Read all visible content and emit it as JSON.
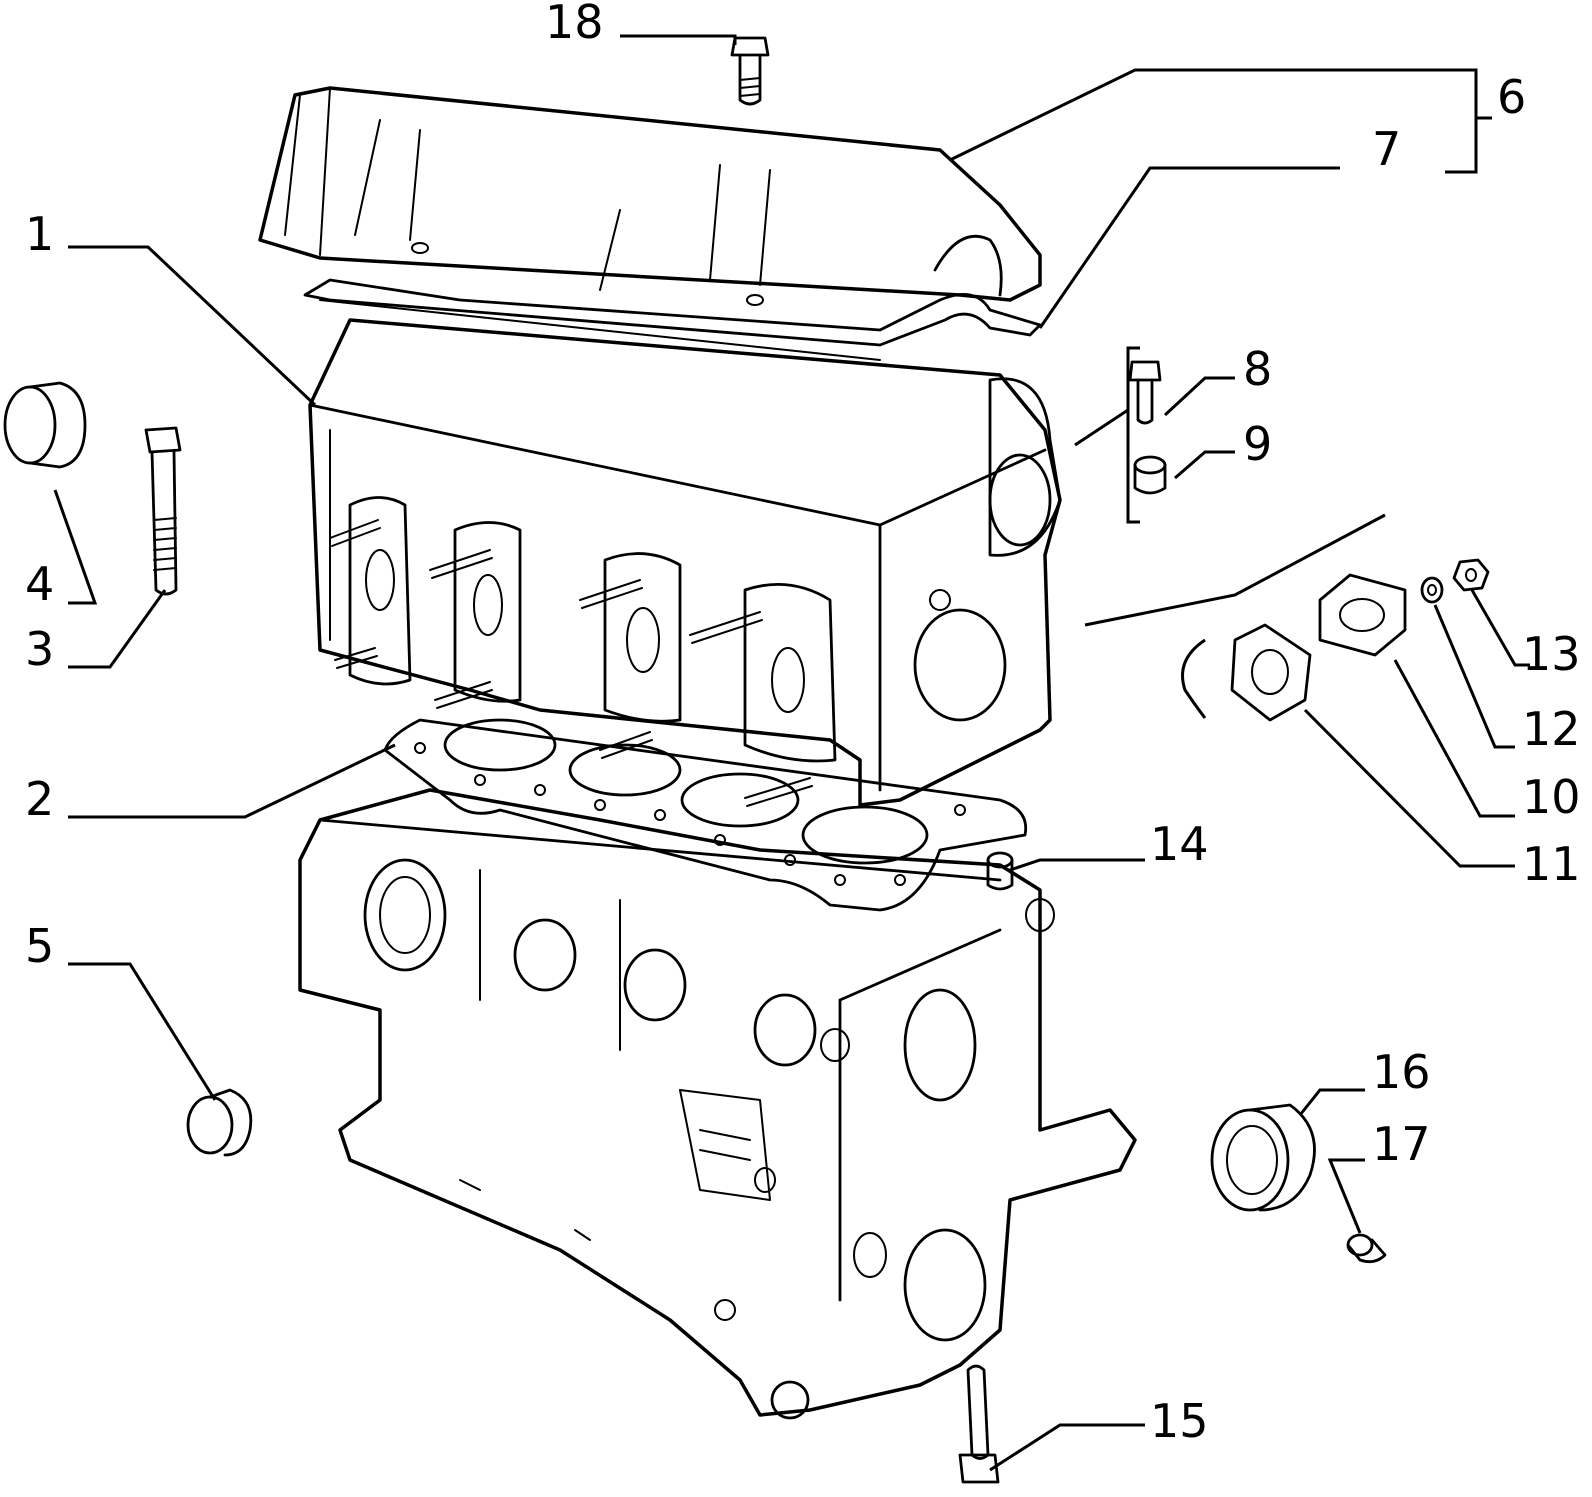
{
  "drawing": {
    "line_color": "#000000",
    "background_color": "#ffffff",
    "components": [
      "cylinder-head",
      "head-gasket",
      "cylinder-block",
      "cam-cover",
      "cam-cover-gasket"
    ]
  },
  "callouts": [
    {
      "id": "1",
      "label": "1"
    },
    {
      "id": "2",
      "label": "2"
    },
    {
      "id": "3",
      "label": "3"
    },
    {
      "id": "4",
      "label": "4"
    },
    {
      "id": "5",
      "label": "5"
    },
    {
      "id": "6",
      "label": "6"
    },
    {
      "id": "7",
      "label": "7"
    },
    {
      "id": "8",
      "label": "8"
    },
    {
      "id": "9",
      "label": "9"
    },
    {
      "id": "10",
      "label": "10"
    },
    {
      "id": "11",
      "label": "11"
    },
    {
      "id": "12",
      "label": "12"
    },
    {
      "id": "13",
      "label": "13"
    },
    {
      "id": "14",
      "label": "14"
    },
    {
      "id": "15",
      "label": "15"
    },
    {
      "id": "16",
      "label": "16"
    },
    {
      "id": "17",
      "label": "17"
    },
    {
      "id": "18",
      "label": "18"
    }
  ]
}
